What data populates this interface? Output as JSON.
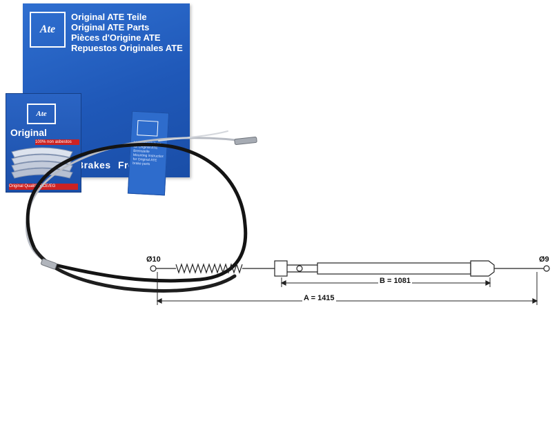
{
  "packaging": {
    "main_box": {
      "logo": "Ate",
      "lines": [
        "Original ATE Teile",
        "Original ATE Parts",
        "Pièces d'Origine ATE",
        "Repuestos Originales ATE"
      ],
      "belt_left": "Brakes",
      "belt_right": "Freins"
    },
    "pad_box": {
      "logo": "Ate",
      "title": "Original",
      "asbestos": "100% non asbestos",
      "quality": "Original Qualität ECE/EG"
    },
    "booklet": {
      "lines": [
        "Montageanleitung",
        "für Original ATE",
        "Bremsteile",
        "Mounting instructions",
        "for Original ATE",
        "brake parts"
      ]
    }
  },
  "dimensions": {
    "left_diameter": "Ø10",
    "right_diameter": "Ø9",
    "length_b": "B = 1081",
    "length_a": "A = 1415"
  },
  "colors": {
    "box_blue": "#1f58b8",
    "cable_black": "#141414",
    "label_red": "#cc2222"
  }
}
